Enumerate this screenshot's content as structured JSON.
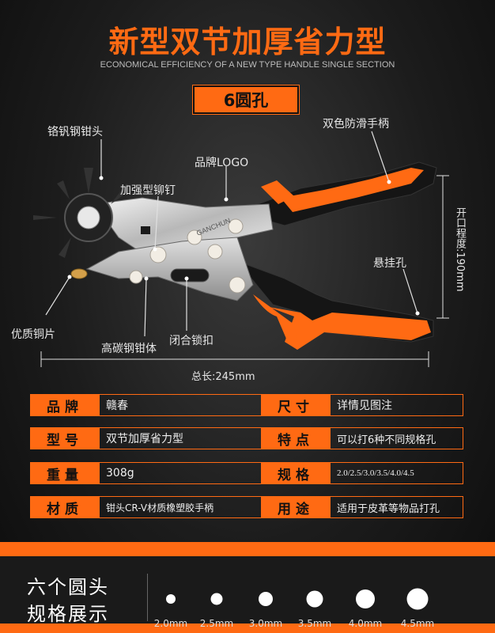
{
  "header": {
    "title": "新型双节加厚省力型",
    "subtitle": "ECONOMICAL EFFICIENCY OF A NEW TYPE HANDLE SINGLE SECTION",
    "badge": "6圆孔"
  },
  "callouts": {
    "head": "铬钒钢钳头",
    "handle": "双色防滑手柄",
    "logo": "品牌LOGO",
    "rivet": "加强型铆钉",
    "hole": "悬挂孔",
    "copper": "优质铜片",
    "body": "高碳钢钳体",
    "lock": "闭合锁扣",
    "opening": "开口程度:190mm",
    "total_length": "总长:245mm",
    "brand_print": "GANCHUN"
  },
  "specs": [
    {
      "key": "品牌",
      "value": "赣春"
    },
    {
      "key": "尺寸",
      "value": "详情见图注"
    },
    {
      "key": "型号",
      "value": "双节加厚省力型"
    },
    {
      "key": "特点",
      "value": "可以打6种不同规格孔"
    },
    {
      "key": "重量",
      "value": "308g"
    },
    {
      "key": "规格",
      "value": "2.0/2.5/3.0/3.5/4.0/4.5"
    },
    {
      "key": "材质",
      "value": "钳头CR-V材质橡塑胶手柄"
    },
    {
      "key": "用途",
      "value": "适用于皮革等物品打孔"
    }
  ],
  "sizes": {
    "title_line1": "六个圆头",
    "title_line2": "规格展示",
    "holes": [
      "2.0mm",
      "2.5mm",
      "3.0mm",
      "3.5mm",
      "4.0mm",
      "4.5mm"
    ]
  },
  "colors": {
    "accent": "#ff6a13",
    "background": "#1c1c1c"
  }
}
